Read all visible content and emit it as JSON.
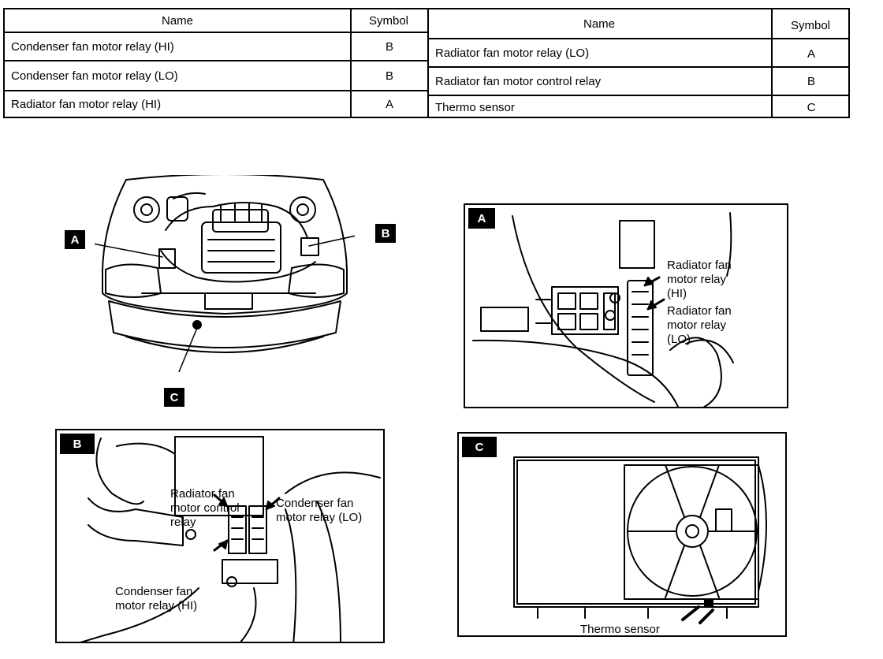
{
  "table": {
    "left_header": {
      "name": "Name",
      "symbol": "Symbol"
    },
    "right_header": {
      "name": "Name",
      "symbol": "Symbol"
    },
    "left_rows": [
      {
        "name": "Condenser fan motor relay (HI)",
        "symbol": "B"
      },
      {
        "name": "Condenser fan motor relay (LO)",
        "symbol": "B"
      },
      {
        "name": "Radiator fan motor relay (HI)",
        "symbol": "A"
      }
    ],
    "right_rows": [
      {
        "name": "Radiator fan motor relay (LO)",
        "symbol": "A"
      },
      {
        "name": "Radiator fan motor control relay",
        "symbol": "B"
      },
      {
        "name": "Thermo sensor",
        "symbol": "C"
      }
    ]
  },
  "overview": {
    "callouts": {
      "a": "A",
      "b": "B",
      "c": "C"
    }
  },
  "panel_a": {
    "badge": "A",
    "label_hi": [
      "Radiator fan",
      "motor relay",
      "(HI)"
    ],
    "label_lo": [
      "Radiator fan",
      "motor relay",
      "(LO)"
    ]
  },
  "panel_b": {
    "badge": "B",
    "label_control": [
      "Radiator fan",
      "motor control",
      "relay"
    ],
    "label_cond_lo": [
      "Condenser fan",
      "motor relay (LO)"
    ],
    "label_cond_hi": [
      "Condenser fan",
      "motor relay (HI)"
    ]
  },
  "panel_c": {
    "badge": "C",
    "label_thermo": "Thermo sensor"
  }
}
